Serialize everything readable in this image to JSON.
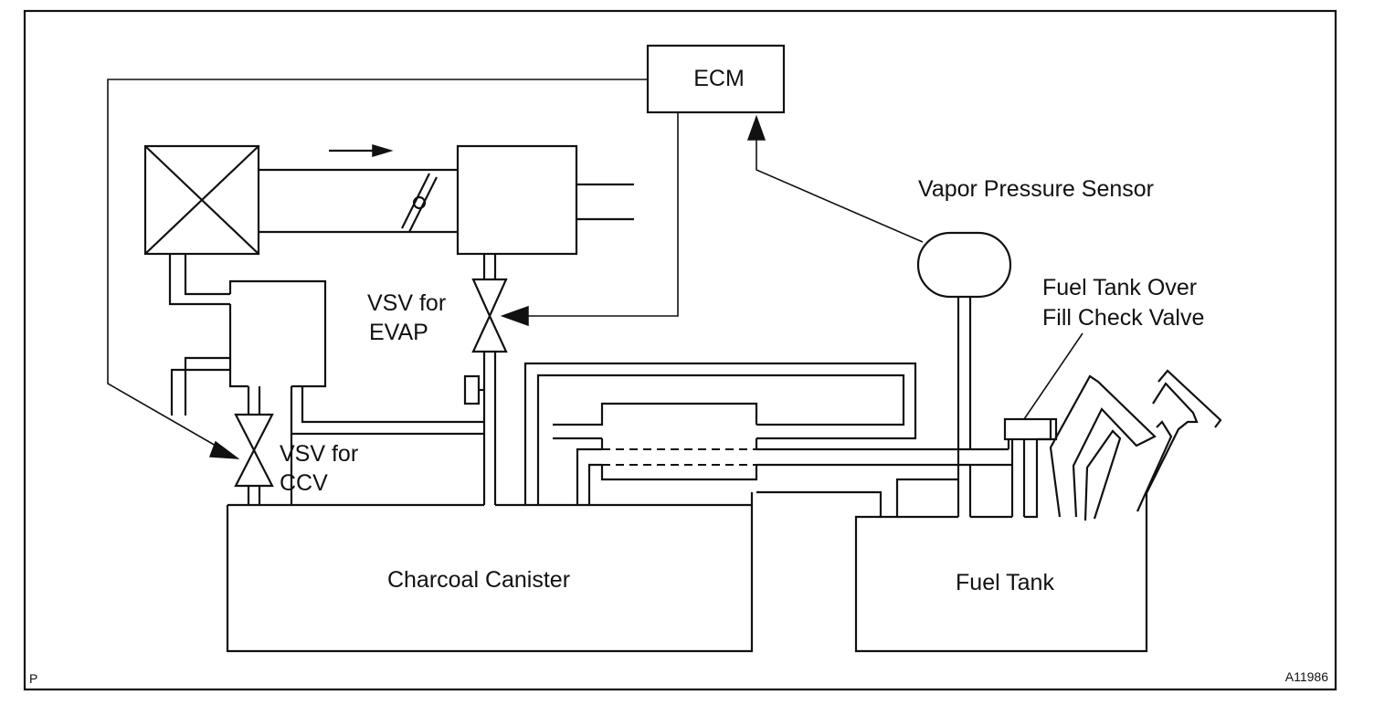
{
  "labels": {
    "ecm": "ECM",
    "vapor_pressure_sensor": "Vapor Pressure Sensor",
    "fuel_tank_over_fill_check_valve": [
      "Fuel Tank Over",
      "Fill Check Valve"
    ],
    "vsv_evap": [
      "VSV for",
      "EVAP"
    ],
    "vsv_ccv": [
      "VSV for",
      "CCV"
    ],
    "charcoal_canister": "Charcoal Canister",
    "fuel_tank": "Fuel Tank"
  },
  "corner": {
    "left": "P",
    "right": "A11986"
  }
}
